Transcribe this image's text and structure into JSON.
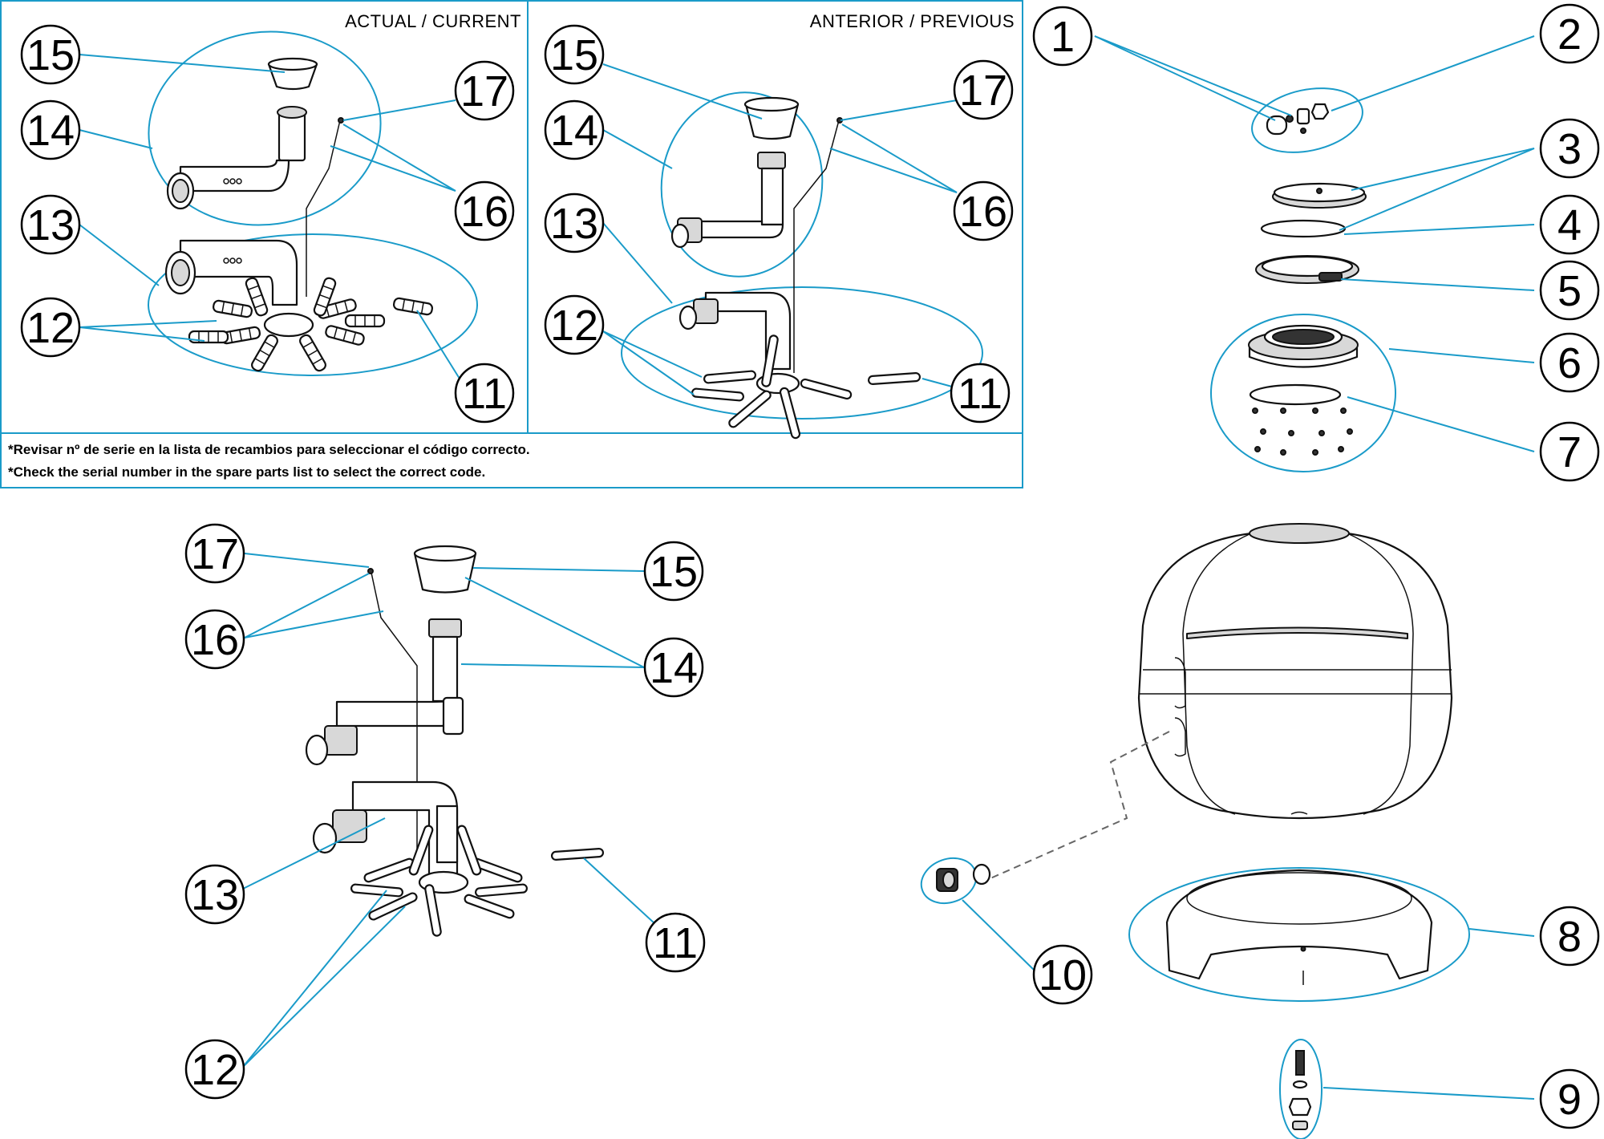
{
  "panel_headers": {
    "current": "ACTUAL / CURRENT",
    "previous": "ANTERIOR / PREVIOUS"
  },
  "notes": [
    "*Revisar nº de serie en la lista de recambios para seleccionar el código correcto.",
    "*Check the serial number in the spare parts list to select the correct code."
  ],
  "callouts": {
    "current": [
      "15",
      "14",
      "13",
      "12",
      "17",
      "16",
      "11"
    ],
    "previous": [
      "15",
      "14",
      "13",
      "12",
      "17",
      "16",
      "11"
    ],
    "exploded": [
      "1",
      "2",
      "3",
      "4",
      "5",
      "6",
      "7",
      "8",
      "9",
      "10"
    ],
    "lateral": [
      "17",
      "16",
      "15",
      "14",
      "13",
      "11",
      "12"
    ]
  },
  "colors": {
    "leader": "#1a9bc9",
    "outline": "#111111",
    "background": "#ffffff"
  }
}
